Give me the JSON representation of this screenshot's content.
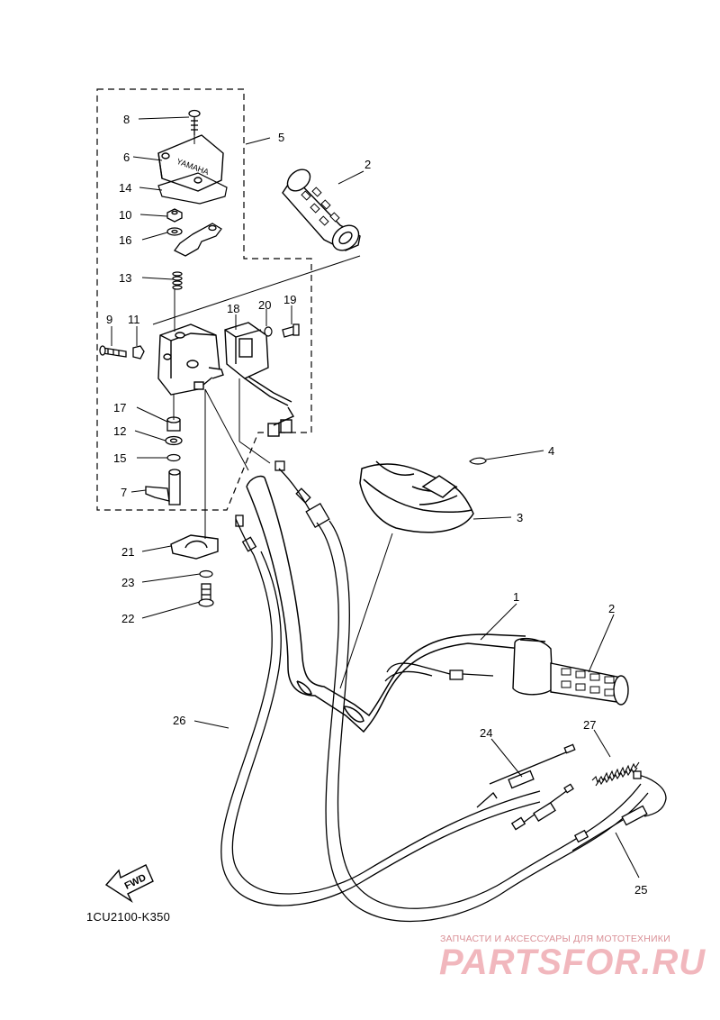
{
  "diagram": {
    "code": "1CU2100-K350",
    "fwd_label": "FWD",
    "watermark_sub": "ЗАПЧАСТИ И АКСЕССУАРЫ ДЛЯ МОТОТЕХНИКИ",
    "watermark_main": "PARTSFOR.RU",
    "callouts": [
      "1",
      "2",
      "2",
      "3",
      "4",
      "5",
      "6",
      "7",
      "8",
      "9",
      "10",
      "11",
      "12",
      "13",
      "14",
      "15",
      "16",
      "17",
      "18",
      "19",
      "20",
      "21",
      "22",
      "23",
      "24",
      "25",
      "26",
      "27"
    ]
  }
}
